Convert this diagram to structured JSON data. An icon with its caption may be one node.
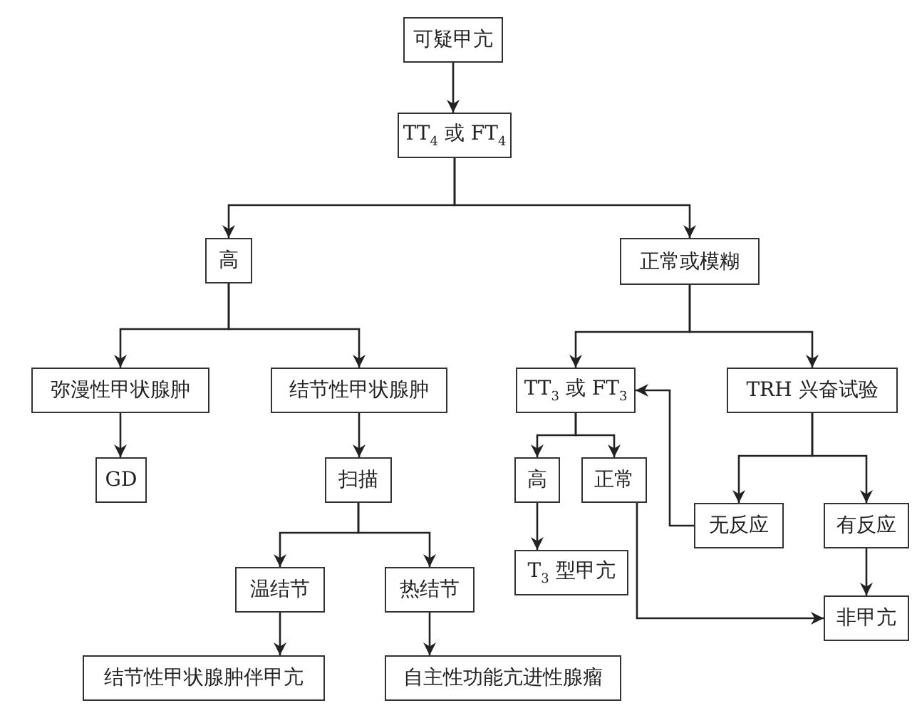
{
  "diagram": {
    "nodes": [
      {
        "text": [
          "可疑甲亢"
        ]
      },
      {
        "text": [
          "TT$_{4}$ 或 FT$_{4}$"
        ]
      },
      {
        "text": [
          "高"
        ]
      },
      {
        "text": [
          "正常或模糊"
        ]
      },
      {
        "text": [
          "弥漫性甲状腺肿"
        ]
      },
      {
        "text": [
          "结节性甲状腺肿"
        ]
      },
      {
        "text": [
          "TT$_{3}$ 或 FT$_{3}$"
        ]
      },
      {
        "text": [
          "TRH 兴奋试验"
        ]
      },
      {
        "text": [
          "GD"
        ]
      },
      {
        "text": [
          "扫描"
        ]
      },
      {
        "text": [
          "高"
        ]
      },
      {
        "text": [
          "正常"
        ]
      },
      {
        "text": [
          "无反应"
        ]
      },
      {
        "text": [
          "有反应"
        ]
      },
      {
        "text": [
          "T$_{3}$ 型甲亢"
        ]
      },
      {
        "text": [
          "温结节"
        ]
      },
      {
        "text": [
          "热结节"
        ]
      },
      {
        "text": [
          "非甲亢"
        ]
      },
      {
        "text": [
          "结节性甲状腺肿伴甲亢"
        ]
      },
      {
        "text": [
          "自主性功能亢进性腺瘤"
        ]
      }
    ],
    "edges": [
      {
        "from": 0,
        "to": 1,
        "arrow": "to"
      },
      {
        "from": 1,
        "to": 2,
        "arrow": "to"
      },
      {
        "from": 1,
        "to": 3,
        "arrow": "to"
      },
      {
        "from": 2,
        "to": 4,
        "arrow": "to"
      },
      {
        "from": 2,
        "to": 5,
        "arrow": "to"
      },
      {
        "from": 3,
        "to": 6,
        "arrow": "to"
      },
      {
        "from": 3,
        "to": 7,
        "arrow": "to"
      },
      {
        "from": 4,
        "to": 8,
        "arrow": "to"
      },
      {
        "from": 5,
        "to": 9,
        "arrow": "to"
      },
      {
        "from": 6,
        "to": 10,
        "arrow": "to"
      },
      {
        "from": 6,
        "to": 11,
        "arrow": "to"
      },
      {
        "from": 7,
        "to": 12,
        "arrow": "to"
      },
      {
        "from": 7,
        "to": 13,
        "arrow": "to"
      },
      {
        "from": 12,
        "to": 6,
        "arrow": "to"
      },
      {
        "from": 10,
        "to": 14,
        "arrow": "to"
      },
      {
        "from": 11,
        "to": 17,
        "arrow": "to"
      },
      {
        "from": 13,
        "to": 17,
        "arrow": "to"
      },
      {
        "from": 9,
        "to": 15,
        "arrow": "to"
      },
      {
        "from": 9,
        "to": 16,
        "arrow": "to"
      },
      {
        "from": 15,
        "to": 18,
        "arrow": "to"
      },
      {
        "from": 16,
        "to": 19,
        "arrow": "to"
      }
    ]
  }
}
